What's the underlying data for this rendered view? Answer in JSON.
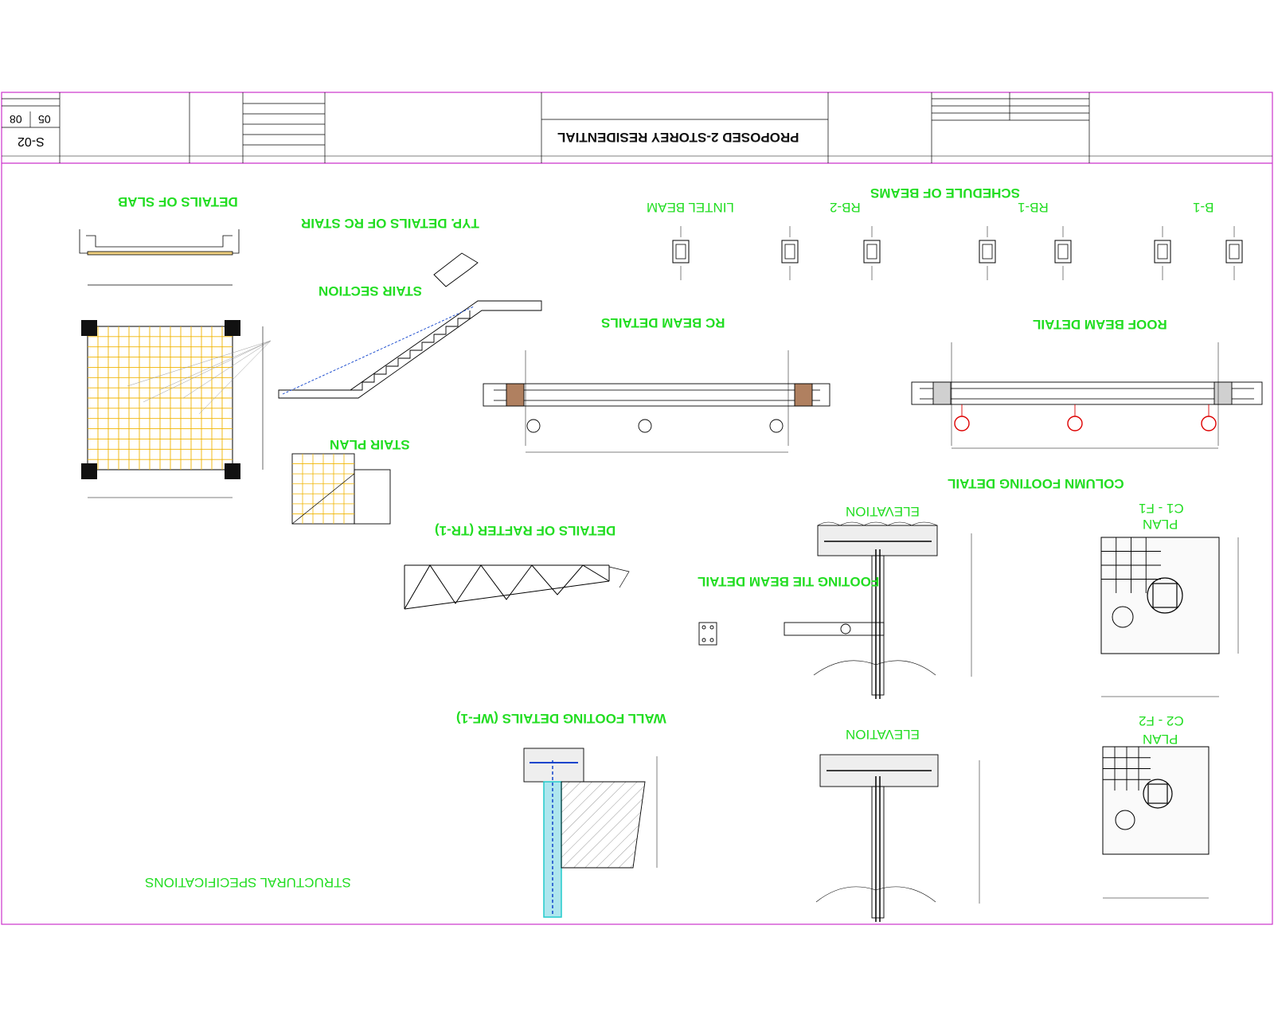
{
  "project_title": "PROPOSED 2-STOREY RESIDENTIAL",
  "sheet_no": "S-02",
  "sheet_of": "05",
  "sheet_total": "08",
  "colors": {
    "border": "#cc33cc",
    "titles": "#22dd22",
    "lines": "#000000",
    "grid": "#f0b400",
    "rebar": "#1144cc",
    "red": "#dd0000",
    "water": "#22cccc"
  },
  "views": {
    "slab": "DETAILS OF SLAB",
    "rc_stair": "TYP. DETAILS OF RC STAIR",
    "stair_section": "STAIR SECTION",
    "stair_plan": "STAIR PLAN",
    "lintel": "LINTEL BEAM",
    "rb2": "RB-2",
    "rb1": "RB-1",
    "b1": "B-1",
    "schedule": "SCHEDULE OF BEAMS",
    "rc_beam": "RC BEAM DETAILS",
    "roof_beam": "ROOF BEAM DETAIL",
    "column_footing": "COLUMN FOOTING DETAIL",
    "rafter": "DETAILS OF RAFTER (TR-1)",
    "elevation1": "ELEVATION",
    "plan_c1": "PLAN",
    "c1f1": "C1 - F1",
    "footing_tie": "FOOTING TIE BEAM DETAIL",
    "wall_footing": "WALL FOOTING DETAILS (WF-1)",
    "elevation2": "ELEVATION",
    "plan_c2": "PLAN",
    "c2f2": "C2 - F2",
    "specs": "STRUCTURAL SPECIFICATIONS"
  }
}
